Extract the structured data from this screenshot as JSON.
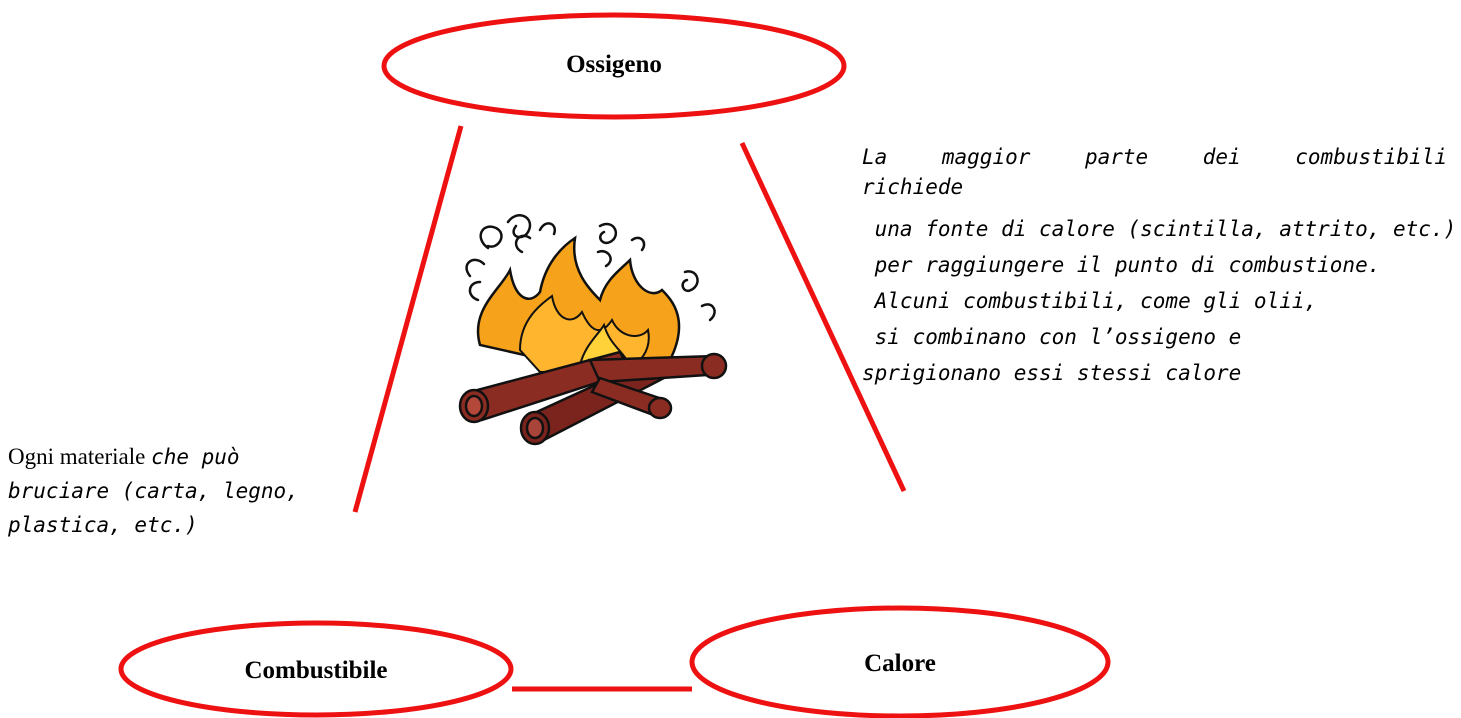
{
  "nodes": {
    "top": {
      "label": "Ossigeno"
    },
    "bottom_left": {
      "label": "Combustibile"
    },
    "bottom_right": {
      "label": "Calore"
    }
  },
  "notes": {
    "right": {
      "lines": [
        "La maggior parte dei combustibili",
        "richiede",
        " una fonte di calore (scintilla, attrito, etc.)",
        " per raggiungere il punto di combustione.",
        " Alcuni combustibili, come gli olii,",
        " si combinano con l’ossigeno e",
        "sprigionano essi stessi calore"
      ]
    },
    "left": {
      "prefix": "Ogni materiale ",
      "lines": [
        "che può",
        "bruciare (carta, legno,",
        "plastica, etc.)"
      ]
    }
  },
  "colors": {
    "connector": "#ee1111",
    "flame_outer": "#f7a21b",
    "flame_inner": "#ffd23a",
    "log": "#8b2c23"
  },
  "icons": {
    "center": "campfire-icon"
  }
}
